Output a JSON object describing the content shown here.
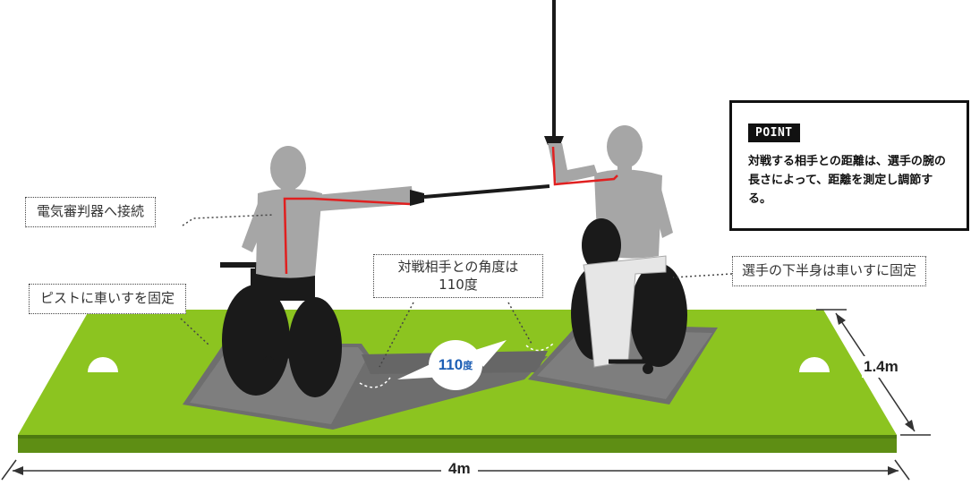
{
  "callouts": {
    "sensor": "電気審判器へ接続",
    "piste": "ピストに車いすを固定",
    "lower_body": "選手の下半身は車いすに固定",
    "angle_line1": "対戦相手との角度は",
    "angle_line2": "110度"
  },
  "badge": {
    "value": "110",
    "unit": "度"
  },
  "point": {
    "tag": "POINT",
    "text": "対戦する相手との距離は、選手の腕の長さによって、距離を測定し調節する。"
  },
  "dimensions": {
    "width": "4m",
    "depth": "1.4m"
  },
  "colors": {
    "piste_top": "#8cc420",
    "piste_side": "#5e8e14",
    "frame_plate": "#6e6e6e",
    "athlete": "#a6a6a6",
    "wheelchair": "#1a1a1a",
    "cable": "#e02020",
    "badge_text": "#1d5fb5"
  }
}
